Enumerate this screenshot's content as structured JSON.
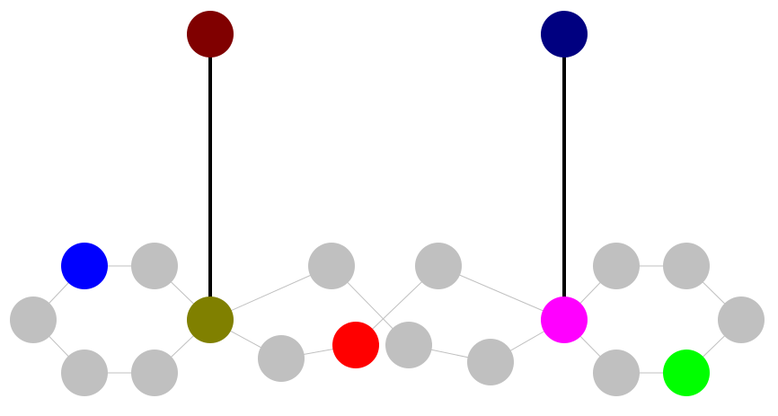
{
  "graph": {
    "nodes": [
      {
        "id": "n0",
        "color": "#800000"
      },
      {
        "id": "n1",
        "color": "#000080"
      },
      {
        "id": "n2",
        "color": "#0000ff"
      },
      {
        "id": "n3",
        "color": "#c0c0c0"
      },
      {
        "id": "n4",
        "color": "#c0c0c0"
      },
      {
        "id": "n5",
        "color": "#808000"
      },
      {
        "id": "n6",
        "color": "#c0c0c0"
      },
      {
        "id": "n7",
        "color": "#c0c0c0"
      },
      {
        "id": "n8",
        "color": "#c0c0c0"
      },
      {
        "id": "n9",
        "color": "#c0c0c0"
      },
      {
        "id": "n10",
        "color": "#ff0000"
      },
      {
        "id": "n11",
        "color": "#c0c0c0"
      },
      {
        "id": "n12",
        "color": "#c0c0c0"
      },
      {
        "id": "n13",
        "color": "#c0c0c0"
      },
      {
        "id": "n14",
        "color": "#ff00ff"
      },
      {
        "id": "n15",
        "color": "#c0c0c0"
      },
      {
        "id": "n16",
        "color": "#c0c0c0"
      },
      {
        "id": "n17",
        "color": "#c0c0c0"
      },
      {
        "id": "n18",
        "color": "#c0c0c0"
      },
      {
        "id": "n19",
        "color": "#00ff00"
      }
    ],
    "edges": [
      {
        "from": "n0",
        "to": "n5",
        "style": "bold"
      },
      {
        "from": "n1",
        "to": "n14",
        "style": "bold"
      },
      {
        "from": "n2",
        "to": "n3",
        "style": "thin"
      },
      {
        "from": "n2",
        "to": "n4",
        "style": "thin"
      },
      {
        "from": "n4",
        "to": "n6",
        "style": "thin"
      },
      {
        "from": "n6",
        "to": "n7",
        "style": "thin"
      },
      {
        "from": "n7",
        "to": "n5",
        "style": "thin"
      },
      {
        "from": "n3",
        "to": "n5",
        "style": "thin"
      },
      {
        "from": "n5",
        "to": "n8",
        "style": "thin"
      },
      {
        "from": "n5",
        "to": "n9",
        "style": "thin"
      },
      {
        "from": "n9",
        "to": "n10",
        "style": "thin"
      },
      {
        "from": "n8",
        "to": "n11",
        "style": "thin"
      },
      {
        "from": "n12",
        "to": "n10",
        "style": "thin"
      },
      {
        "from": "n11",
        "to": "n13",
        "style": "thin"
      },
      {
        "from": "n13",
        "to": "n14",
        "style": "thin"
      },
      {
        "from": "n12",
        "to": "n14",
        "style": "thin"
      },
      {
        "from": "n14",
        "to": "n15",
        "style": "thin"
      },
      {
        "from": "n15",
        "to": "n16",
        "style": "thin"
      },
      {
        "from": "n16",
        "to": "n17",
        "style": "thin"
      },
      {
        "from": "n17",
        "to": "n19",
        "style": "thin"
      },
      {
        "from": "n19",
        "to": "n18",
        "style": "thin"
      },
      {
        "from": "n18",
        "to": "n14",
        "style": "thin"
      }
    ]
  }
}
